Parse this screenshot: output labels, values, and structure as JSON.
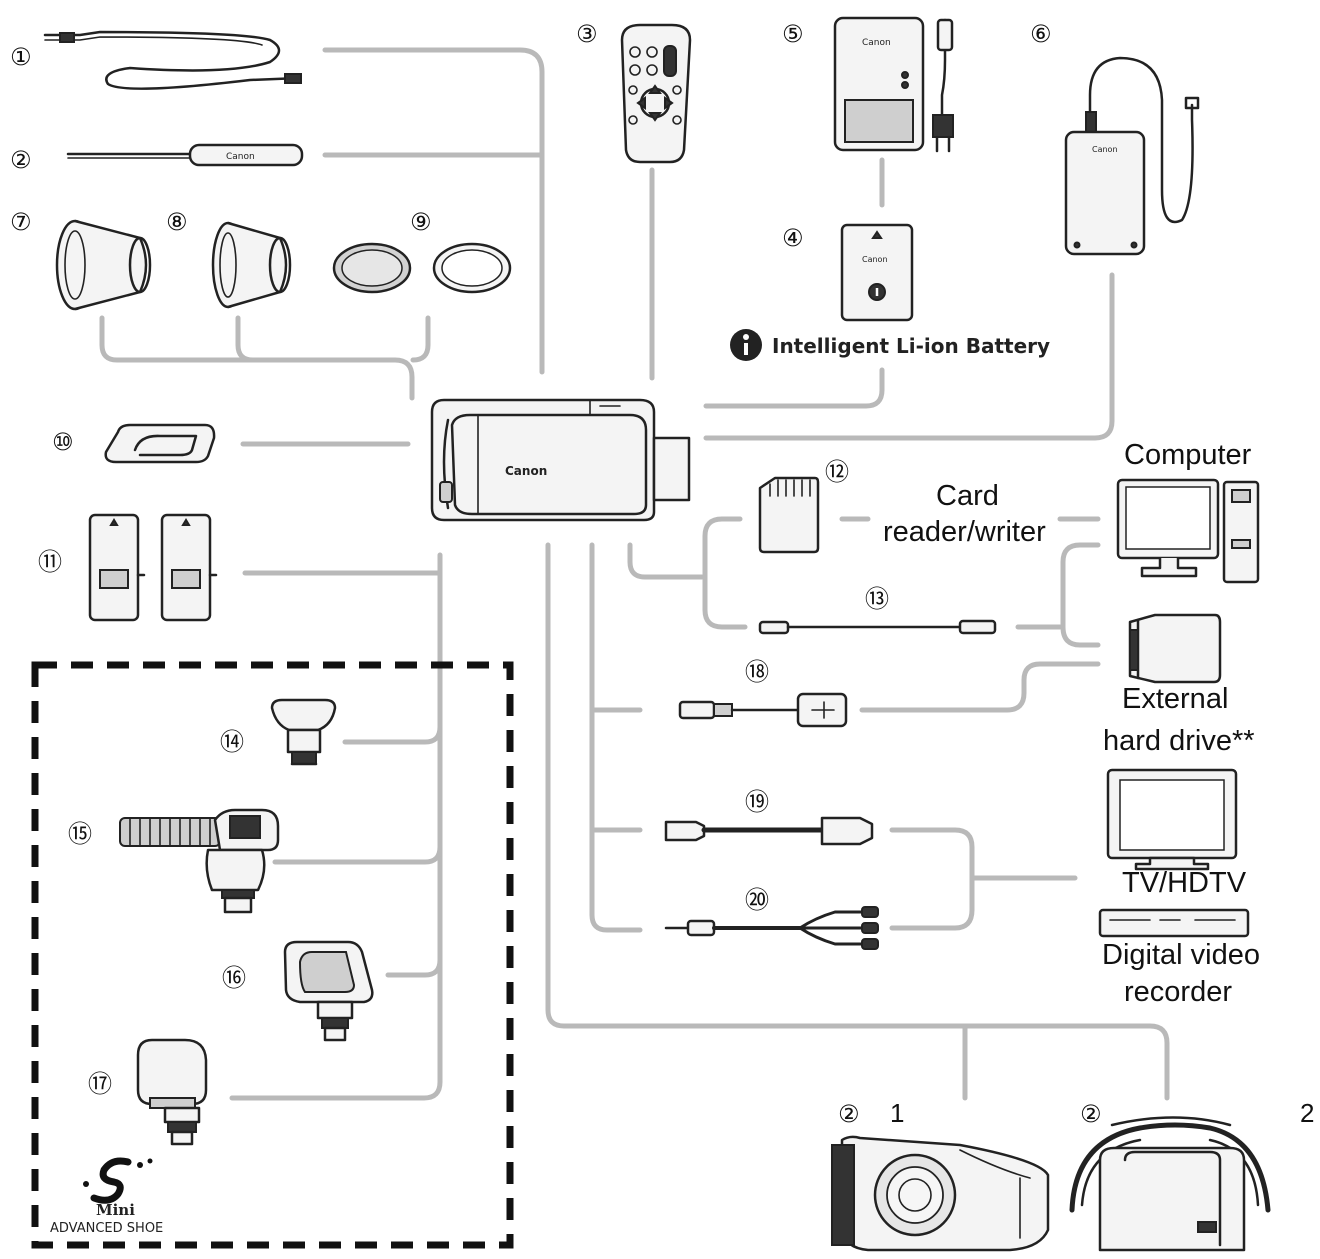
{
  "item_numbers": {
    "n1": "①",
    "n2": "②",
    "n3": "③",
    "n4": "④",
    "n5": "⑤",
    "n6": "⑥",
    "n7": "⑦",
    "n8": "⑧",
    "n9": "⑨",
    "n10": "⑩",
    "n11": "⑪",
    "n12": "⑫",
    "n13": "⑬",
    "n14": "⑭",
    "n15": "⑮",
    "n16": "⑯",
    "n17": "⑰",
    "n18": "⑱",
    "n19": "⑲",
    "n20": "⑳",
    "n21a": "②",
    "n21b": "②"
  },
  "suffixes": {
    "s1": "1",
    "s2": "2"
  },
  "labels": {
    "battery": "Intelligent Li-ion Battery",
    "computer": "Computer",
    "card_line1": "Card",
    "card_line2": "reader/writer",
    "external_line1": "External",
    "external_line2": "hard drive**",
    "tv": "TV/HDTV",
    "dvr_line1": "Digital video",
    "dvr_line2": "recorder",
    "shoe_line1": "Mini",
    "shoe_line2": "ADVANCED SHOE"
  },
  "brand": {
    "name": "Canon"
  }
}
